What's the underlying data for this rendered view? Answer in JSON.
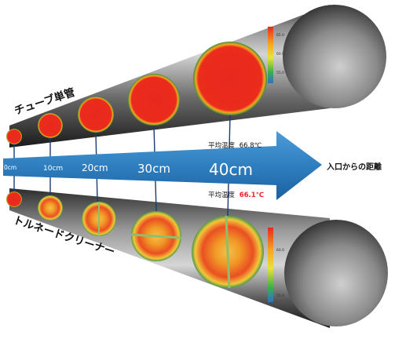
{
  "top_tube": {
    "label": "チューブ単管",
    "avg_label": "平均温度",
    "avg_value": "66.8℃",
    "scale_ticks": [
      "65.0",
      "60.0",
      "55.0"
    ]
  },
  "bottom_tube": {
    "label": "トルネードクリーナー",
    "avg_label": "平均温度",
    "avg_value": "66.1℃",
    "scale_ticks": [
      "60.0",
      "55.0"
    ]
  },
  "arrow": {
    "label": "入口からの距離",
    "distances": [
      "0cm",
      "10cm",
      "20cm",
      "30cm",
      "40cm"
    ]
  },
  "colors": {
    "arrow": "#2f7fc0",
    "hot": "#e8281e",
    "highlight": "#e8281e",
    "text": "#111111"
  }
}
